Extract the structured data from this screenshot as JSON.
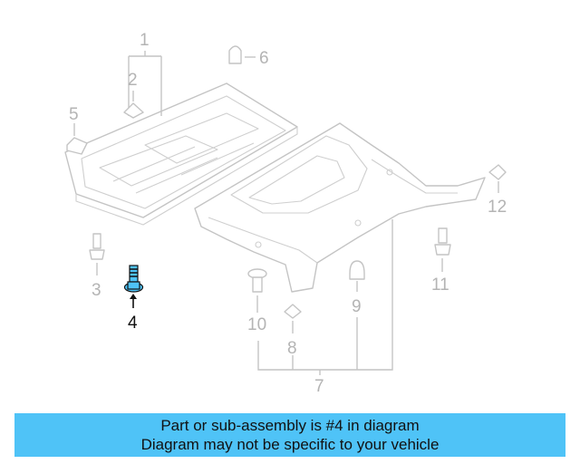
{
  "callouts": {
    "c1": "1",
    "c2": "2",
    "c3": "3",
    "c4": "4",
    "c5": "5",
    "c6": "6",
    "c7": "7",
    "c8": "8",
    "c9": "9",
    "c10": "10",
    "c11": "11",
    "c12": "12"
  },
  "highlight_color": "#4fc3f7",
  "banner": {
    "line1": "Part or sub-assembly is #4 in diagram",
    "line2": "Diagram may not be specific to your vehicle"
  }
}
